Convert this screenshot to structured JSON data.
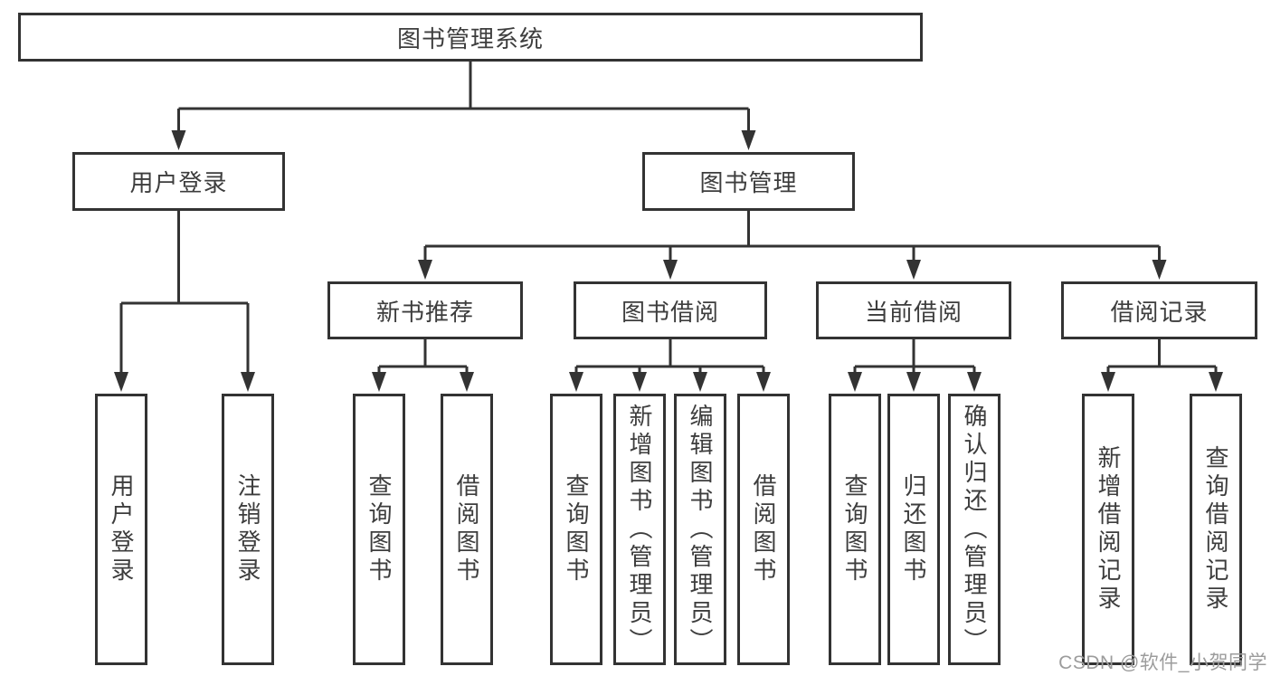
{
  "diagram": {
    "title": "图书管理系统",
    "colors": {
      "line": "#333333",
      "text": "#3d3d3d",
      "watermark": "#9c9c9c",
      "background": "#ffffff"
    },
    "nodes": {
      "root": {
        "label": "图书管理系统"
      },
      "login": {
        "label": "用户登录",
        "children": [
          "用户登录",
          "注销登录"
        ]
      },
      "manage": {
        "label": "图书管理",
        "sections": {
          "recommend": {
            "label": "新书推荐",
            "children": [
              "查询图书",
              "借阅图书"
            ]
          },
          "borrow": {
            "label": "图书借阅",
            "children": [
              "查询图书",
              "新增图书（管理员）",
              "编辑图书（管理员）",
              "借阅图书"
            ]
          },
          "current": {
            "label": "当前借阅",
            "children": [
              "查询图书",
              "归还图书",
              "确认归还（管理员）"
            ]
          },
          "records": {
            "label": "借阅记录",
            "children": [
              "新增借阅记录",
              "查询借阅记录"
            ]
          }
        }
      }
    }
  },
  "watermark": {
    "text": "CSDN @软件_小贺同学"
  }
}
